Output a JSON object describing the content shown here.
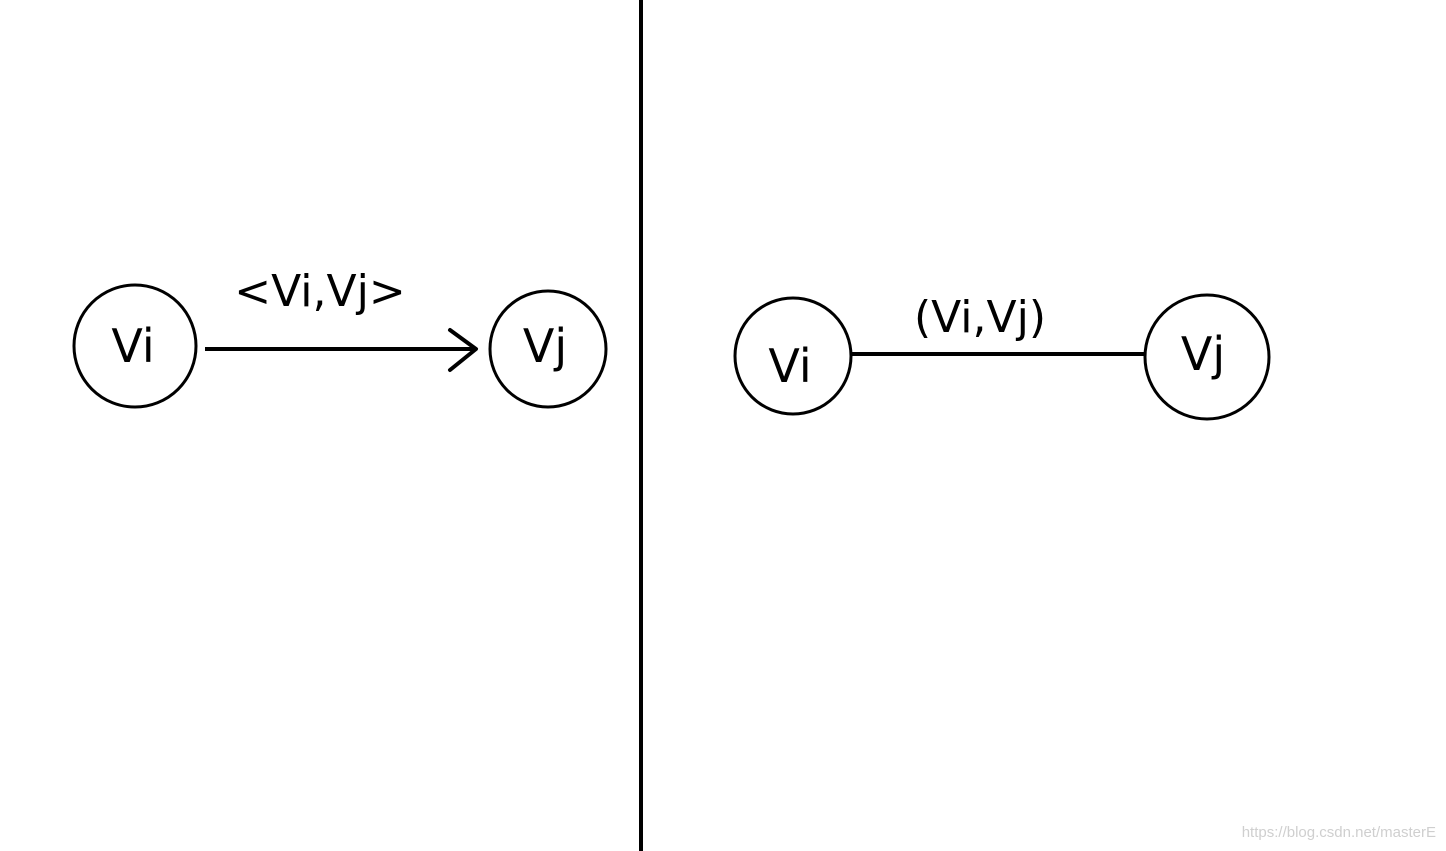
{
  "directed": {
    "source": "Vi",
    "target": "Vj",
    "edge_label": "<Vi,Vj>"
  },
  "undirected": {
    "source": "Vi",
    "target": "Vj",
    "edge_label": "(Vi,Vj)"
  },
  "watermark": "https://blog.csdn.net/masterE",
  "colors": {
    "ink": "#000000",
    "background": "#ffffff",
    "watermark": "#cfcfcf"
  }
}
